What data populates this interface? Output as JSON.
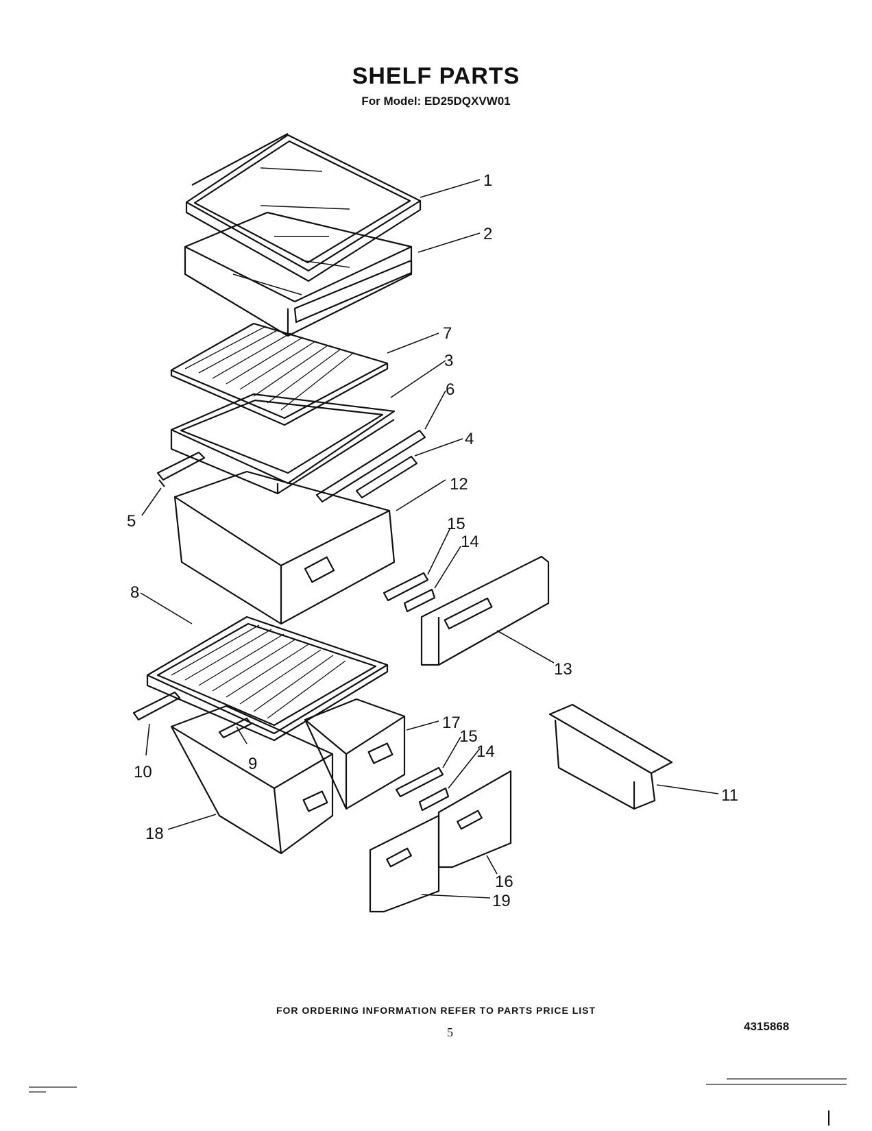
{
  "header": {
    "title": "SHELF PARTS",
    "subtitle": "For Model: ED25DQXVW01"
  },
  "callouts": [
    "1",
    "2",
    "7",
    "3",
    "6",
    "4",
    "12",
    "5",
    "15",
    "14",
    "8",
    "13",
    "17",
    "15",
    "14",
    "10",
    "9",
    "11",
    "18",
    "16",
    "19"
  ],
  "footer": {
    "ordering_note": "FOR ORDERING INFORMATION REFER TO PARTS PRICE LIST",
    "page_number": "5",
    "document_number": "4315868"
  }
}
